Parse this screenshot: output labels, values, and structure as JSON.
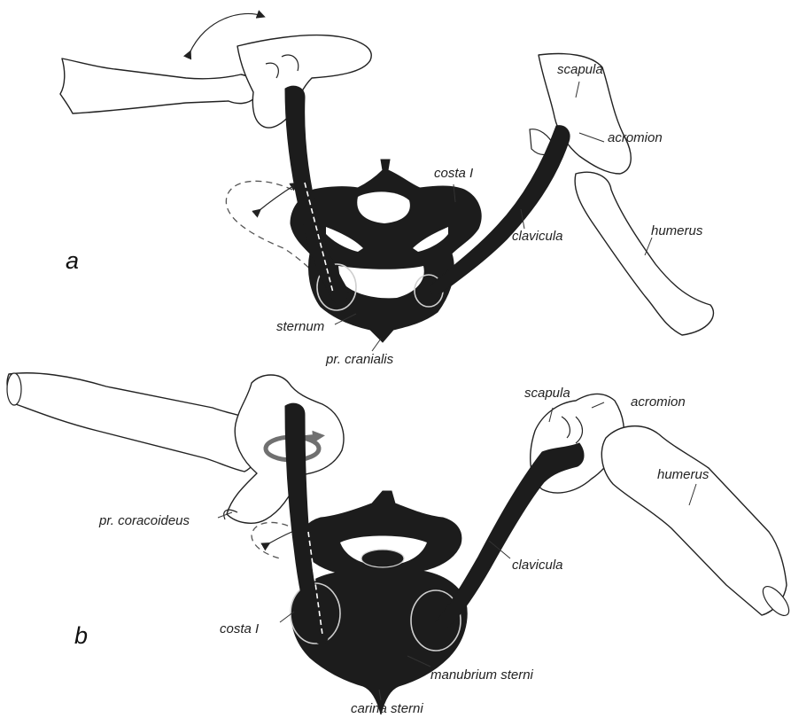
{
  "panels": {
    "a": {
      "letter": "a"
    },
    "b": {
      "letter": "b"
    }
  },
  "labels_a": {
    "scapula": "scapula",
    "acromion": "acromion",
    "costa": "costa I",
    "clavicula": "clavicula",
    "humerus": "humerus",
    "sternum": "sternum",
    "cranialis": "pr. cranialis"
  },
  "labels_b": {
    "scapula": "scapula",
    "acromion": "acromion",
    "humerus": "humerus",
    "coracoideus": "pr. coracoideus",
    "clavicula": "clavicula",
    "costa": "costa I",
    "manubrium": "manubrium sterni",
    "carina": "carina sterni"
  },
  "colors": {
    "bone_fill": "#1c1c1c",
    "outline": "#222222",
    "rotation_arrow": "#707070"
  }
}
